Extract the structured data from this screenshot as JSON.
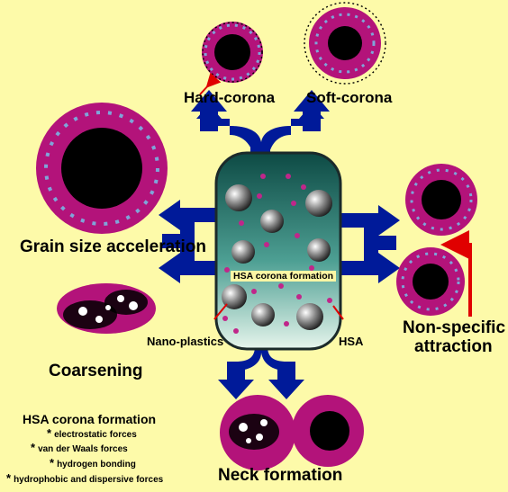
{
  "labels": {
    "hard_corona": "Hard-corona",
    "soft_corona": "Soft-corona",
    "grain_size": "Grain size acceleration",
    "coarsening": "Coarsening",
    "neck_formation": "Neck formation",
    "non_specific_line1": "Non-specific",
    "non_specific_line2": "attraction",
    "nano_plastics": "Nano-plastics",
    "hsa": "HSA",
    "center_banner": "HSA corona formation"
  },
  "legend": {
    "title": "HSA corona formation",
    "bullet": "*",
    "items": [
      "electrostatic forces",
      "van der Waals forces",
      "hydrogen bonding",
      "hydrophobic and dispersive forces"
    ]
  },
  "colors": {
    "background": "#fdfaa9",
    "arrow": "#001a99",
    "protein": "#b3137a",
    "protein_accent": "#7fa5d9",
    "particle": "#000000",
    "pointer": "#e00000"
  }
}
